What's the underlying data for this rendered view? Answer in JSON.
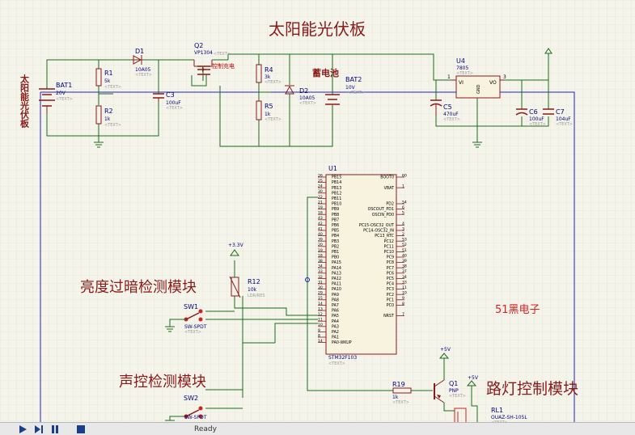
{
  "annotations": {
    "solar_panel_title": "太阳能光伏板",
    "solar_panel_side": "太阳能光伏板",
    "battery": "蓄电池",
    "charge_control": "控制充电",
    "brightness_module": "亮度过暗检测模块",
    "sound_module": "声控检测模块",
    "streetlight_module": "路灯控制模块",
    "watermark": "51黑电子"
  },
  "components": {
    "bat1": {
      "ref": "BAT1",
      "value": "20V"
    },
    "bat2": {
      "ref": "BAT2",
      "value": "10V"
    },
    "r1": {
      "ref": "R1",
      "value": "5k"
    },
    "r2": {
      "ref": "R2",
      "value": "1k"
    },
    "r4": {
      "ref": "R4",
      "value": "3k"
    },
    "r5": {
      "ref": "R5",
      "value": "1k"
    },
    "d1": {
      "ref": "D1",
      "value": "10A05"
    },
    "d2": {
      "ref": "D2",
      "value": "10A05"
    },
    "c3": {
      "ref": "C3",
      "value": "100uF"
    },
    "c5": {
      "ref": "C5",
      "value": "470uF"
    },
    "c6": {
      "ref": "C6",
      "value": "100uF"
    },
    "c7": {
      "ref": "C7",
      "value": "104uF"
    },
    "q2": {
      "ref": "Q2",
      "value": "VP1304"
    },
    "u4": {
      "ref": "U4",
      "value": "7805"
    },
    "u1": {
      "ref": "U1",
      "value": "STM32F103"
    },
    "r12": {
      "ref": "R12",
      "value": "10k"
    },
    "r19": {
      "ref": "R19",
      "value": "1k"
    },
    "q1": {
      "ref": "Q1",
      "value": "PNP"
    },
    "rl1": {
      "ref": "RL1",
      "value": "OUAZ-SH-105L"
    },
    "sw1": {
      "ref": "SW1",
      "value": "SW-SPDT"
    },
    "sw2": {
      "ref": "SW2",
      "value": "SW-SPDT"
    },
    "text_placeholder": "<TEXT>",
    "lightsense_tag": "LDR/RES",
    "rail_3v3": "+3.3V",
    "rail_5v": "+5V",
    "u4_pins": {
      "vi": "VI",
      "vo": "VO",
      "gnd": "GND",
      "p1": "1",
      "p3": "3"
    },
    "pins_left": [
      {
        "num": "26",
        "name": "PB15"
      },
      {
        "num": "25",
        "name": "PB14"
      },
      {
        "num": "24",
        "name": "PB13"
      },
      {
        "num": "30",
        "name": "PB12"
      },
      {
        "num": "22",
        "name": "PB11"
      },
      {
        "num": "21",
        "name": "PB10"
      },
      {
        "num": "19",
        "name": "PB9"
      },
      {
        "num": "18",
        "name": "PB8"
      },
      {
        "num": "43",
        "name": "PB7"
      },
      {
        "num": "42",
        "name": "PB6"
      },
      {
        "num": "41",
        "name": "PB5"
      },
      {
        "num": "40",
        "name": "PB4"
      },
      {
        "num": "39",
        "name": "PB3"
      },
      {
        "num": "20",
        "name": "PB2"
      },
      {
        "num": "19",
        "name": "PB1"
      },
      {
        "num": "18",
        "name": "PB0"
      },
      {
        "num": "38",
        "name": "PA15"
      },
      {
        "num": "34",
        "name": "PA14"
      },
      {
        "num": "33",
        "name": "PA13"
      },
      {
        "num": "32",
        "name": "PA12"
      },
      {
        "num": "31",
        "name": "PA11"
      },
      {
        "num": "30",
        "name": "PA10"
      },
      {
        "num": "29",
        "name": "PA9"
      },
      {
        "num": "15",
        "name": "PA8"
      },
      {
        "num": "14",
        "name": "PA7"
      },
      {
        "num": "13",
        "name": "PA6"
      },
      {
        "num": "12",
        "name": "PA5"
      },
      {
        "num": "11",
        "name": "PA4"
      },
      {
        "num": "10",
        "name": "PA3"
      },
      {
        "num": "9",
        "name": "PA2"
      },
      {
        "num": "8",
        "name": "PA1"
      },
      {
        "num": "14",
        "name": "PA0-WKUP"
      }
    ],
    "pins_right": [
      {
        "num": "60",
        "name": "BOOT0"
      },
      {
        "num": "",
        "name": ""
      },
      {
        "num": "1",
        "name": "VBAT"
      },
      {
        "num": "",
        "name": ""
      },
      {
        "num": "",
        "name": ""
      },
      {
        "num": "54",
        "name": "PD2"
      },
      {
        "num": "6",
        "name": "OSCOUT_PD1"
      },
      {
        "num": "5",
        "name": "OSCIN_PD0"
      },
      {
        "num": "",
        "name": ""
      },
      {
        "num": "4",
        "name": "PC15-OSC32_OUT"
      },
      {
        "num": "3",
        "name": "PC14-OSC32_IN"
      },
      {
        "num": "2",
        "name": "PC13_RTC"
      },
      {
        "num": "53",
        "name": "PC12"
      },
      {
        "num": "52",
        "name": "PC11"
      },
      {
        "num": "51",
        "name": "PC10"
      },
      {
        "num": "40",
        "name": "PC9"
      },
      {
        "num": "39",
        "name": "PC8"
      },
      {
        "num": "38",
        "name": "PC7"
      },
      {
        "num": "37",
        "name": "PC6"
      },
      {
        "num": "34",
        "name": "PC5"
      },
      {
        "num": "33",
        "name": "PC4"
      },
      {
        "num": "11",
        "name": "PC3"
      },
      {
        "num": "10",
        "name": "PC2"
      },
      {
        "num": "9",
        "name": "PC1"
      },
      {
        "num": "8",
        "name": "PC0"
      },
      {
        "num": "",
        "name": ""
      },
      {
        "num": "7",
        "name": "NRST"
      }
    ]
  },
  "toolbar": {
    "play": "play-icon",
    "step": "step-icon",
    "pause": "pause-icon",
    "stop": "stop-icon",
    "status": "Ready"
  },
  "colors": {
    "background": "#f5f4ea",
    "grid": "#dcdccc",
    "wire": "#1a6b1a",
    "component": "#8b1a1a",
    "chip_fill": "#f7f3df",
    "ref_text": "#000080",
    "annotation": "#8b1a1a",
    "watermark": "#e02020",
    "sheet_border": "#2020c0",
    "text_placeholder": "#999999"
  }
}
